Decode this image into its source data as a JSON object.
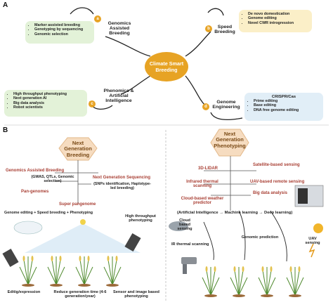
{
  "panel_a": {
    "letter": "A",
    "center_label": "Climate Smart Breeding",
    "genomics": {
      "title": "Genomics Assisted Breeding",
      "badge": "a",
      "items": [
        "Marker assisted breeding",
        "Genotyping by sequencing",
        "Genomic selection"
      ]
    },
    "speed": {
      "title": "Speed Breeding",
      "badge": "b",
      "items": [
        "De novo domestication",
        "Genome editing",
        "Novel CWR introgression"
      ]
    },
    "phenomics": {
      "title": "Phenomics & Artificial Intelligence",
      "badge": "c",
      "items": [
        "High throughput phenotyping",
        "Next generation AI",
        "Big data analysis",
        "Robot scientists"
      ]
    },
    "engineering": {
      "title": "Genome Engineering",
      "badge": "d",
      "box_title": "CRISPR/Cas",
      "items": [
        "Prime editing",
        "Base editing",
        "DNA free genome editing"
      ]
    }
  },
  "panel_b": {
    "letter": "B",
    "left": {
      "hex_label": "Next Generation Breeding",
      "gab": "Genomics Assisted Breeding",
      "gab_detail": "(GWAS, QTLs, Genomic selection)",
      "ngs": "Next Generation Sequencing",
      "ngs_detail": "(SNPs identification, Haplotype-led breeding)",
      "pan": "Pan-genomes",
      "super": "Super pangenome",
      "equation": "Genome editing + Speed breeding + Phenotyping",
      "htp": "High throughput phenotyping",
      "cap1": "Editig/expression",
      "cap2": "Reduce generation time (4-6 generation/year)",
      "cap3": "Sensor and image based phenotyping"
    },
    "right": {
      "hex_label": "Next Generation Phenotyping",
      "lidar": "3D-LIDAR",
      "satellite": "Satellite-based sensing",
      "infrared": "Infrared thermal scanning",
      "uav_remote": "UAV-based remote sensing",
      "big_data": "Big data analysis",
      "cloud_weather": "Cloud-based weather predictor",
      "ai_chain": "(Artificial Intelligence → Machine learning → Deep learning)",
      "cloud_sensing": "Cloud based sensing",
      "genomic_prediction": "Genomic prediction",
      "uav_sensing": "UAV sensing",
      "ir_scanning": "IR thermal scanning"
    }
  },
  "colors": {
    "accent_orange": "#e7a324",
    "hex_fill": "#f6dcc0",
    "red_text": "#a94035",
    "green_box": "#e3f2d8",
    "yellow_box": "#fbefc8",
    "blue_box": "#e1eef7"
  }
}
